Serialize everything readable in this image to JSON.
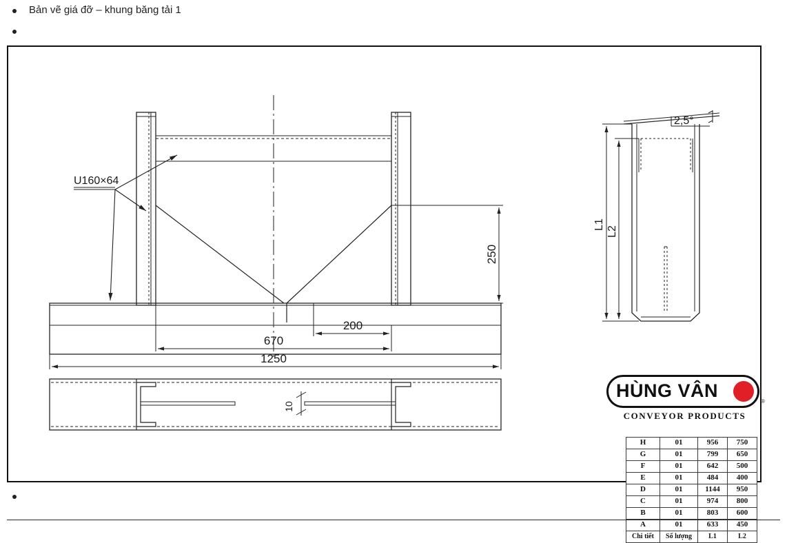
{
  "document": {
    "bullets": [
      {
        "text": "Bản vẽ giá đỡ – khung băng tải 1"
      },
      {
        "text": ""
      },
      {
        "text": ""
      }
    ]
  },
  "drawing": {
    "title": "Bản vẽ giá đỡ – khung băng tải 1",
    "labels": {
      "profile": "U160×64",
      "dim_height": "250",
      "dim_inner": "670",
      "dim_offset": "200",
      "dim_total": "1250",
      "dim_plate": "10",
      "angle": "2,5°",
      "l1": "L1",
      "l2": "L2"
    }
  },
  "logo": {
    "name": "HÙNG VÂN",
    "subtitle": "CONVEYOR PRODUCTS",
    "registered": "®",
    "dot_color": "#e01f26"
  },
  "parts_table": {
    "columns": [
      "Chi tiết",
      "Số lượng",
      "L1",
      "L2"
    ],
    "rows": [
      {
        "detail": "H",
        "qty": "01",
        "l1": "956",
        "l2": "750"
      },
      {
        "detail": "G",
        "qty": "01",
        "l1": "799",
        "l2": "650"
      },
      {
        "detail": "F",
        "qty": "01",
        "l1": "642",
        "l2": "500"
      },
      {
        "detail": "E",
        "qty": "01",
        "l1": "484",
        "l2": "400"
      },
      {
        "detail": "D",
        "qty": "01",
        "l1": "1144",
        "l2": "950"
      },
      {
        "detail": "C",
        "qty": "01",
        "l1": "974",
        "l2": "800"
      },
      {
        "detail": "B",
        "qty": "01",
        "l1": "803",
        "l2": "600"
      },
      {
        "detail": "A",
        "qty": "01",
        "l1": "633",
        "l2": "450"
      }
    ]
  }
}
